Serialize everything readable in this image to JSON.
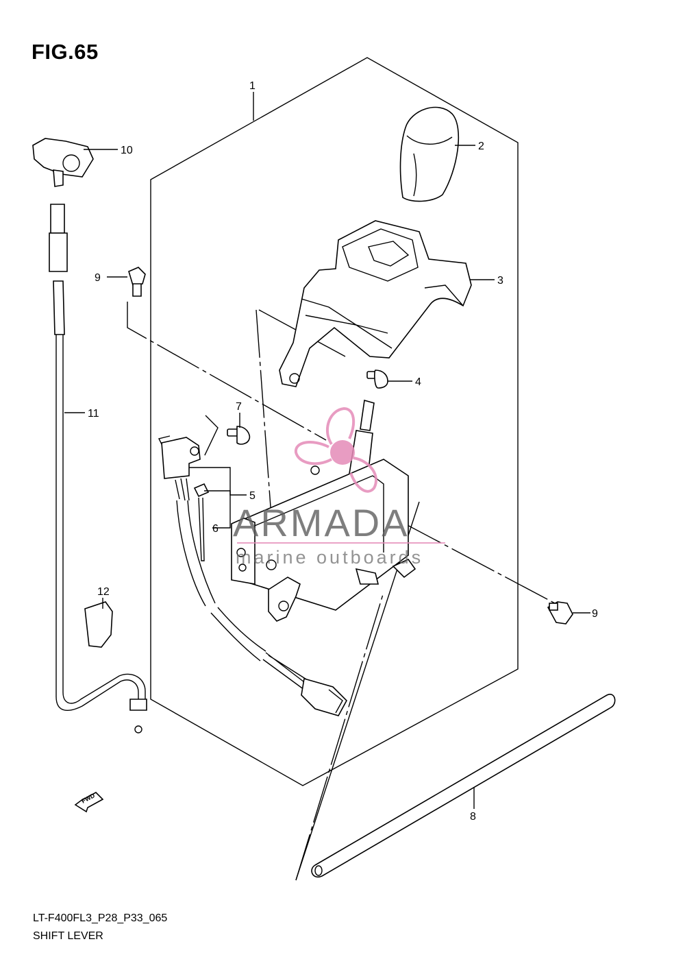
{
  "figure": {
    "title": "FIG.65",
    "model_code": "LT-F400FL3_P28_P33_065",
    "section_name": "SHIFT LEVER"
  },
  "callouts": [
    {
      "id": "1",
      "label": "1"
    },
    {
      "id": "2",
      "label": "2"
    },
    {
      "id": "3",
      "label": "3"
    },
    {
      "id": "4",
      "label": "4"
    },
    {
      "id": "5",
      "label": "5"
    },
    {
      "id": "6",
      "label": "6"
    },
    {
      "id": "7",
      "label": "7"
    },
    {
      "id": "8",
      "label": "8"
    },
    {
      "id": "9a",
      "label": "9"
    },
    {
      "id": "9b",
      "label": "9"
    },
    {
      "id": "10",
      "label": "10"
    },
    {
      "id": "11",
      "label": "11"
    },
    {
      "id": "12",
      "label": "12"
    }
  ],
  "direction_marker": {
    "label": "FWD"
  },
  "watermark": {
    "brand": "ARMADA",
    "tagline": "marine outboards",
    "logo_color": "#e58bb8",
    "text_color": "#5a5a5a"
  }
}
